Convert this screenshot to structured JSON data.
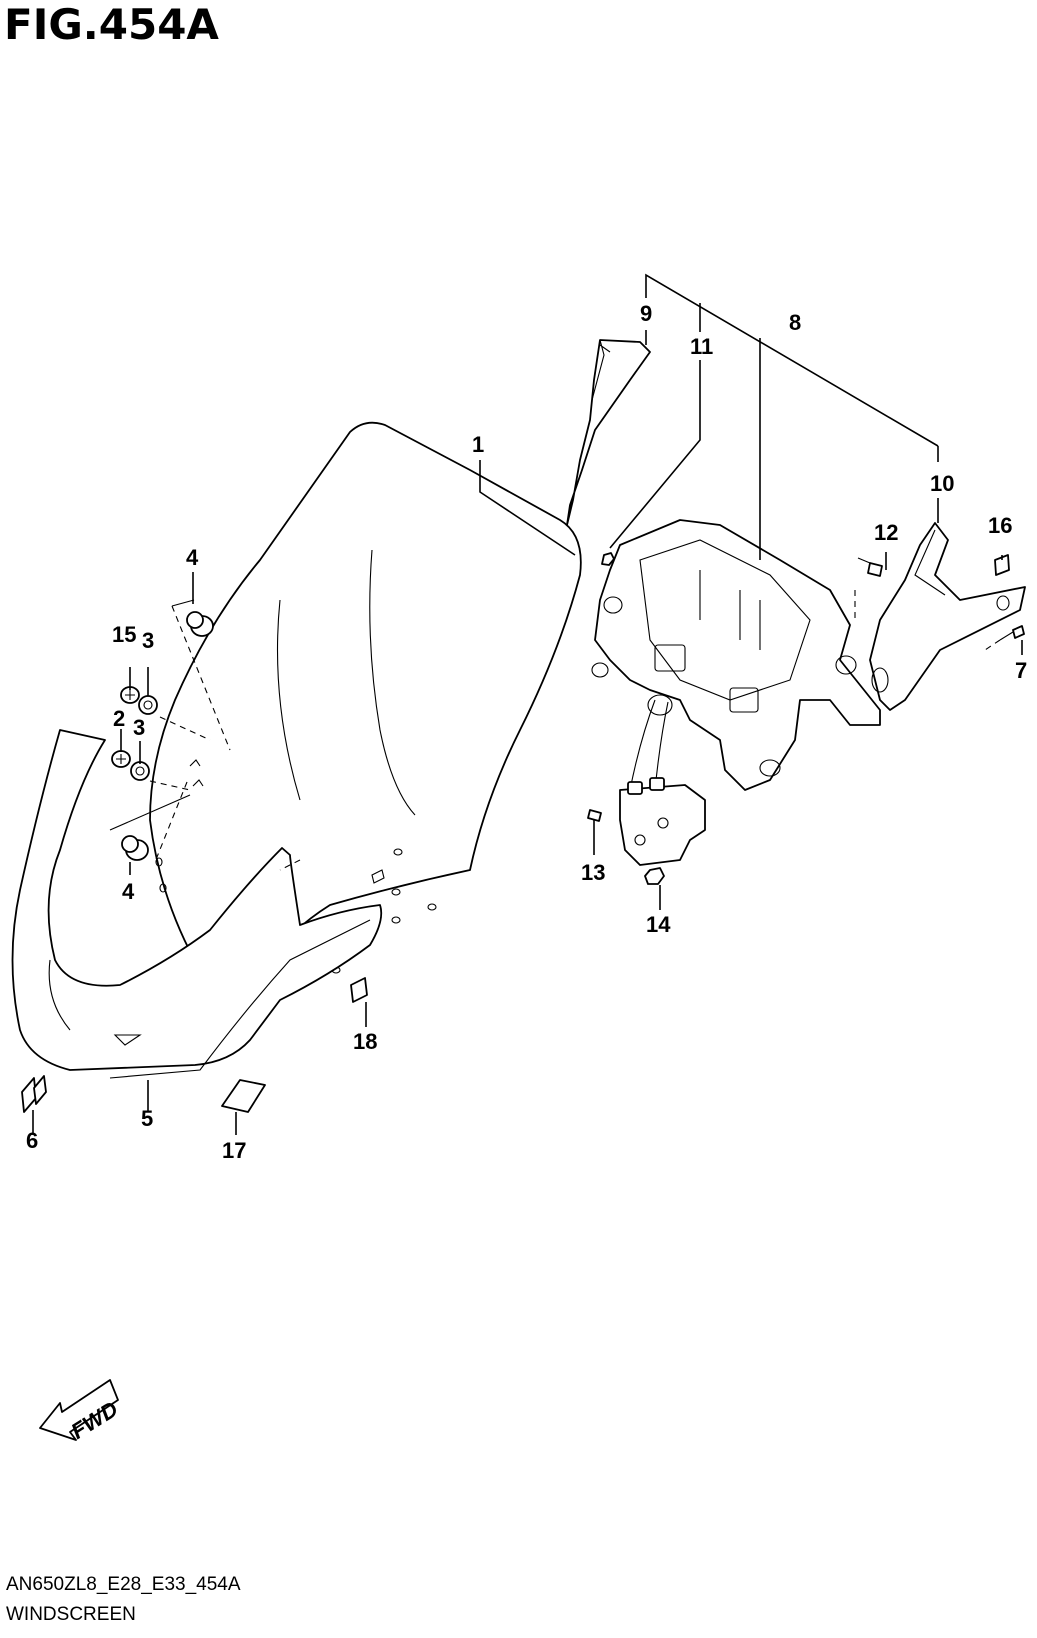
{
  "figure": {
    "title": "FIG.454A",
    "model_code": "AN650ZL8_E28_E33_454A",
    "section_name": "WINDSCREEN"
  },
  "direction_indicator": {
    "label": "FWD"
  },
  "callouts": {
    "c1": "1",
    "c2": "2",
    "c3a": "3",
    "c3b": "3",
    "c4a": "4",
    "c4b": "4",
    "c5": "5",
    "c6": "6",
    "c7": "7",
    "c8": "8",
    "c9": "9",
    "c10": "10",
    "c11": "11",
    "c12": "12",
    "c13": "13",
    "c14": "14",
    "c15": "15",
    "c16": "16",
    "c17": "17",
    "c18": "18"
  }
}
